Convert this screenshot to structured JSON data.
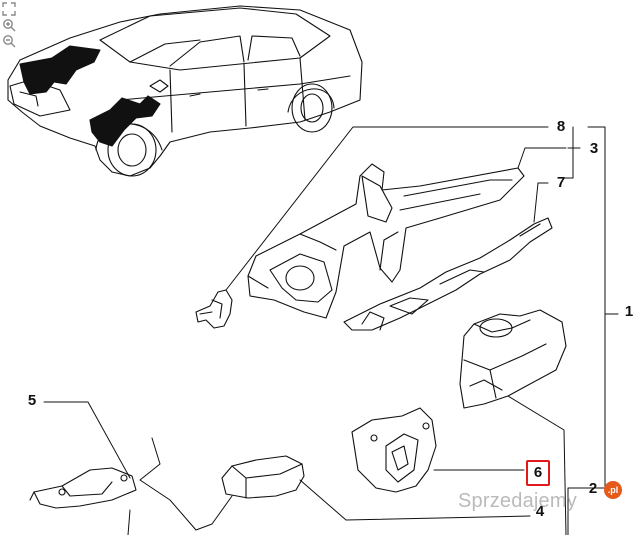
{
  "callouts": {
    "c1": "1",
    "c2": "2",
    "c3": "3",
    "c4": "4",
    "c5": "5",
    "c6": "6",
    "c7": "7",
    "c8": "8"
  },
  "highlight_color": "#e0191c",
  "toolbar": {
    "icons": [
      "expand-icon",
      "zoom-in-icon",
      "zoom-out-icon"
    ]
  },
  "watermark": {
    "text": "Sprzedajemy",
    "badge": ".pl"
  }
}
